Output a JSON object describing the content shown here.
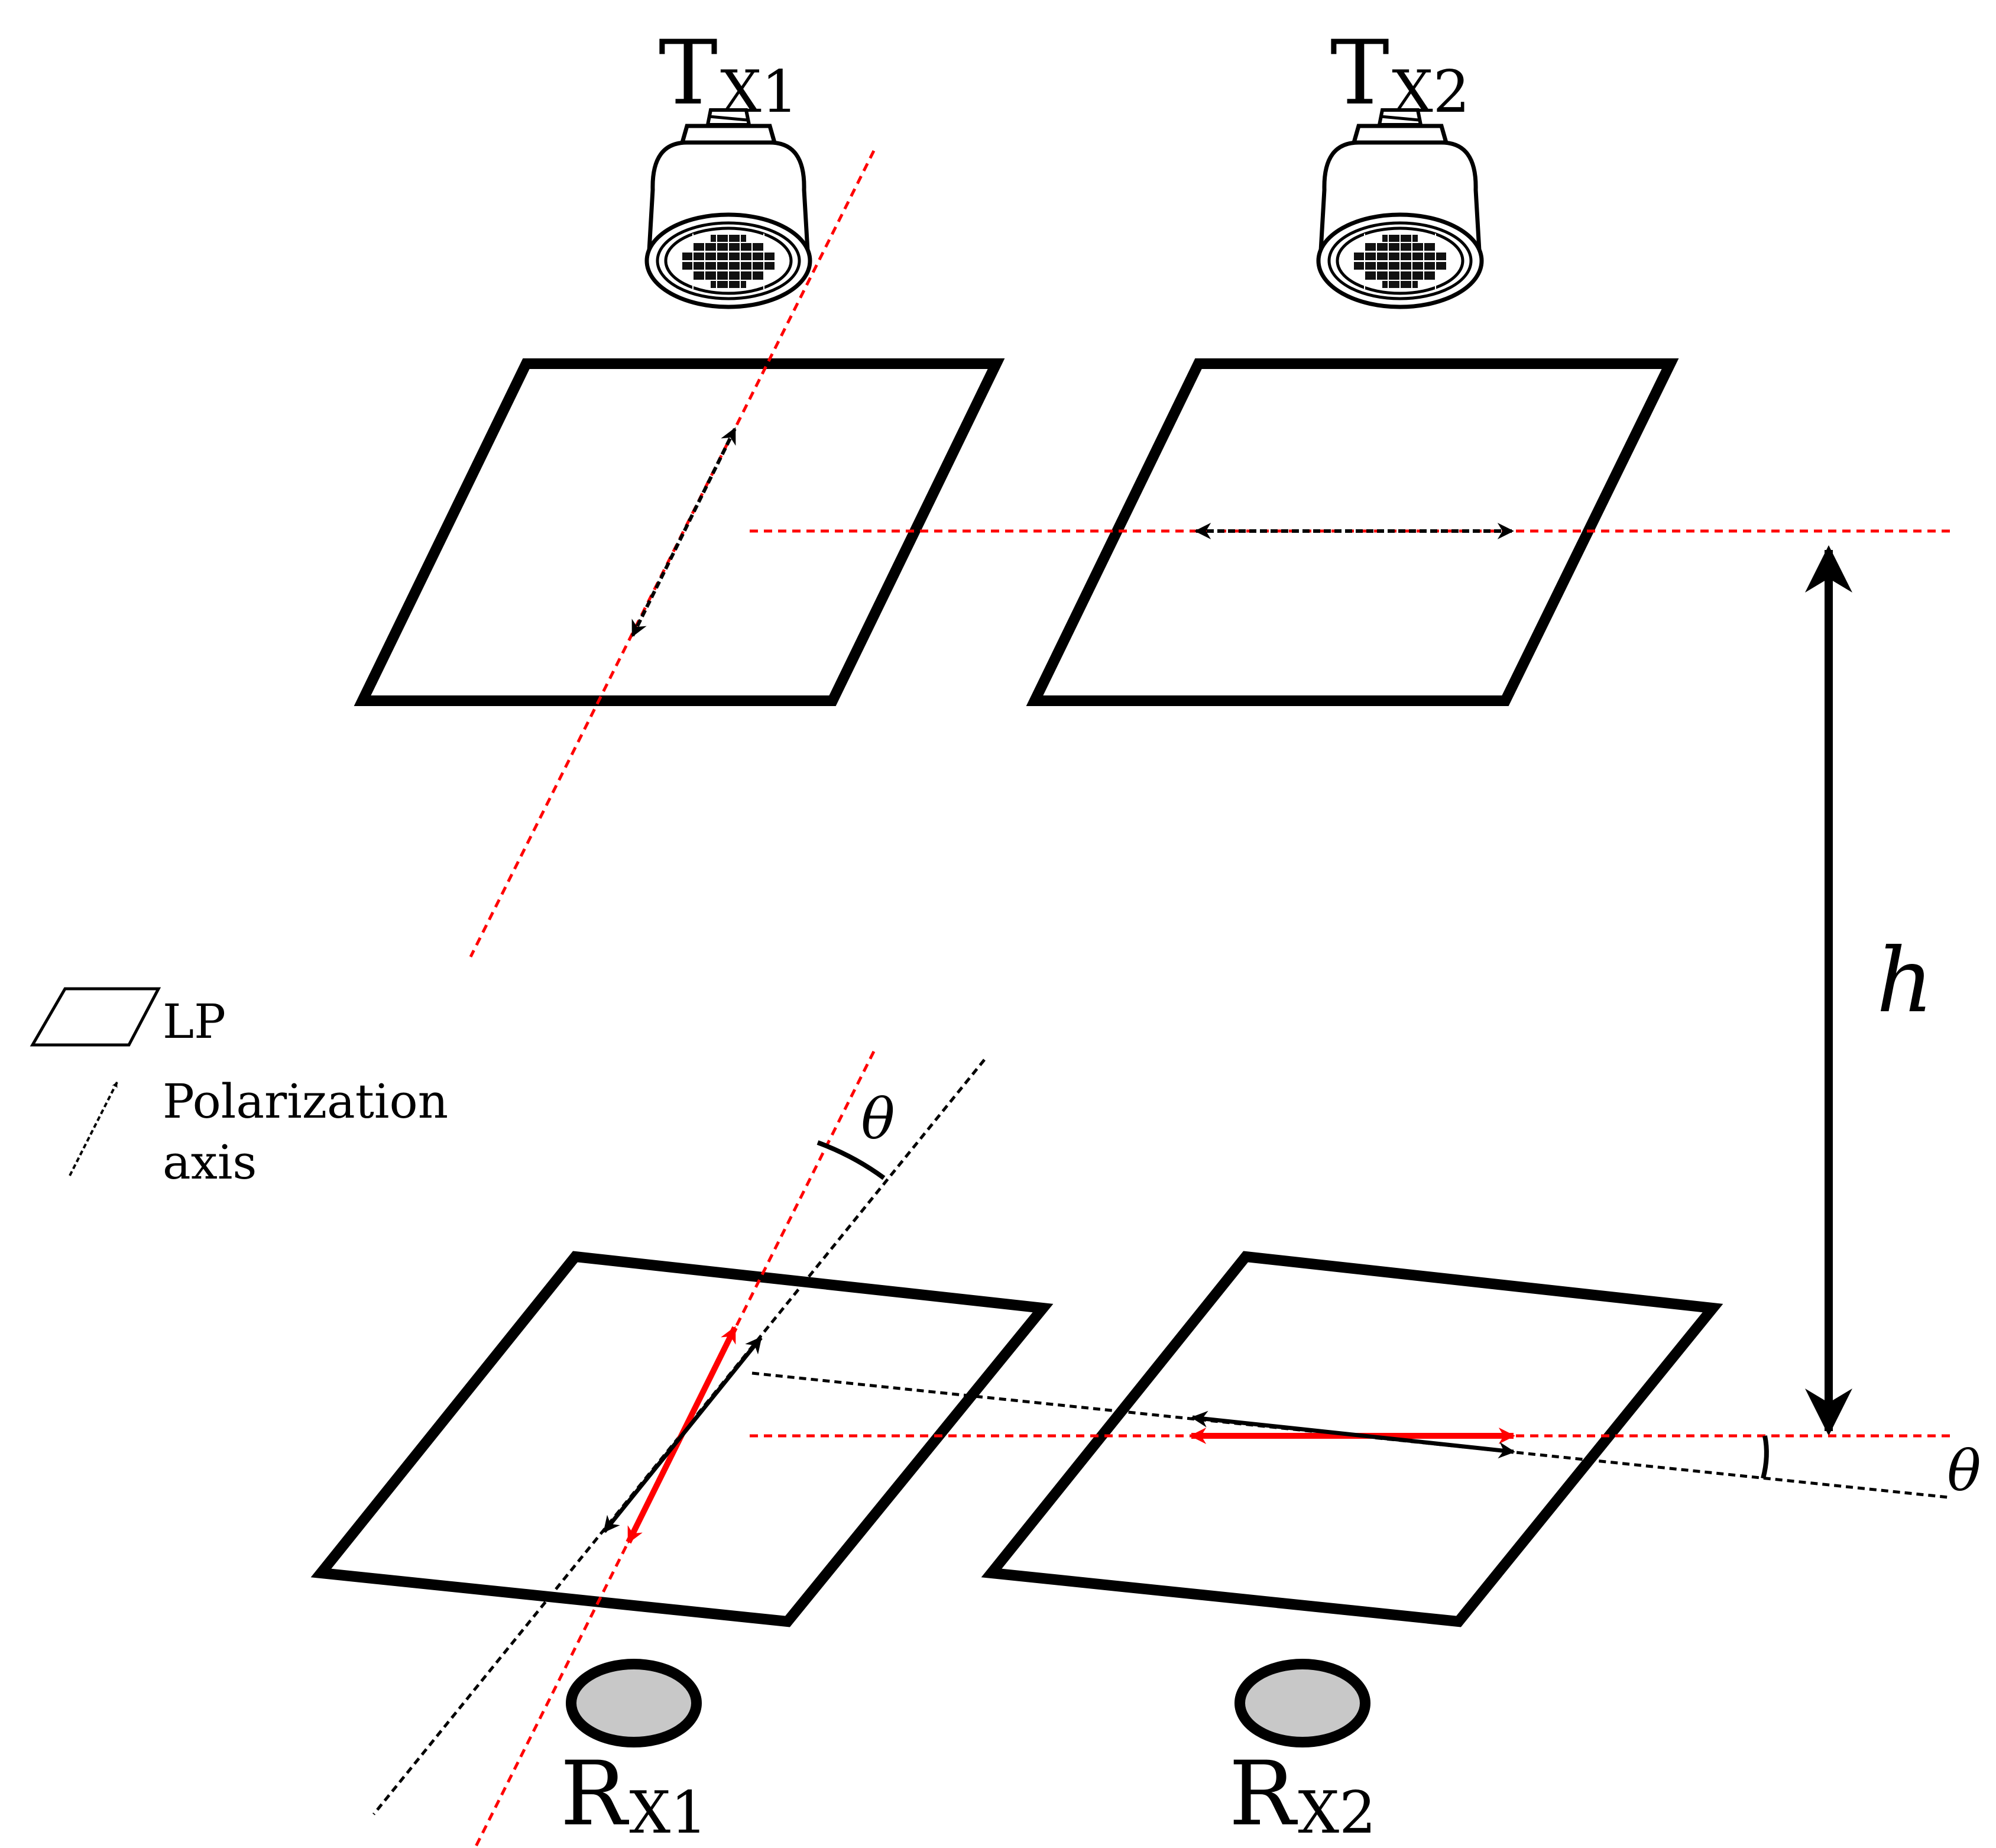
{
  "transmitters": [
    {
      "label_main": "T",
      "label_sub": "X1"
    },
    {
      "label_main": "T",
      "label_sub": "X2"
    }
  ],
  "receivers": [
    {
      "label_main": "R",
      "label_sub": "X1"
    },
    {
      "label_main": "R",
      "label_sub": "X2"
    }
  ],
  "height_label": "h",
  "angle_label": "θ",
  "legend": {
    "polarizer_label": "LP",
    "axis_label_line1": "Polarization",
    "axis_label_line2": "axis"
  },
  "colors": {
    "outline": "#000000",
    "axis_red": "#ff0000",
    "receiver_fill": "#c8c8c8",
    "background": "#ffffff"
  },
  "icons": {
    "transmitter": "led-lamp-icon",
    "receiver": "photodetector-icon",
    "polarizer": "parallelogram-icon"
  }
}
